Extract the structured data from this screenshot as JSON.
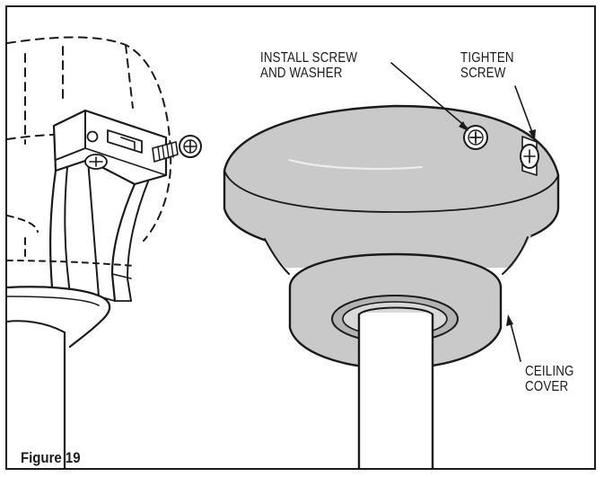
{
  "labels": {
    "install": [
      "INSTALL SCREW",
      "AND WASHER"
    ],
    "tighten": [
      "TIGHTEN",
      "SCREW"
    ],
    "ceiling": [
      "CEILING",
      "COVER"
    ]
  },
  "caption": "Figure 19",
  "colors": {
    "line": "#1a1a1a",
    "canopy_fill": "#c9c9c9",
    "canopy_shade": "#b3b3b3",
    "frame": "#1a1a1a"
  }
}
